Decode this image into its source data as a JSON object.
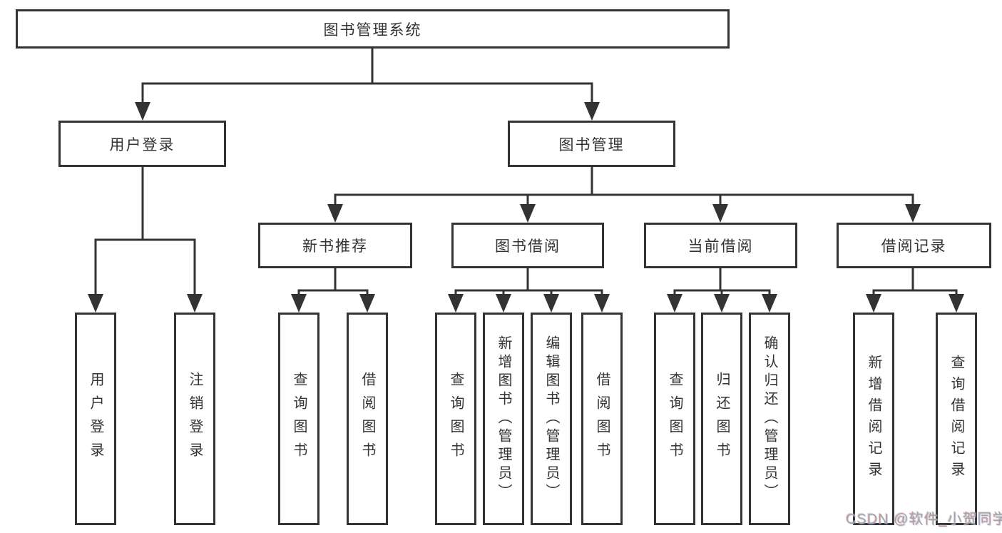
{
  "nodes": {
    "root": "图书管理系统",
    "user_login": "用户登录",
    "book_management": "图书管理",
    "new_book_recommend": "新书推荐",
    "book_borrow": "图书借阅",
    "current_borrow": "当前借阅",
    "borrow_records": "借阅记录",
    "leaf_user_login": "用户登录",
    "leaf_logout": "注销登录",
    "leaf_nb_query_books": "查询图书",
    "leaf_nb_borrow_books": "借阅图书",
    "leaf_bb_query_books": "查询图书",
    "leaf_bb_add_books_admin": "新增图书（管理员）",
    "leaf_bb_edit_books_admin": "编辑图书（管理员）",
    "leaf_bb_borrow_books": "借阅图书",
    "leaf_cb_query_books": "查询图书",
    "leaf_cb_return_books": "归还图书",
    "leaf_cb_confirm_return_admin": "确认归还（管理员）",
    "leaf_br_add_record": "新增借阅记录",
    "leaf_br_query_record": "查询借阅记录"
  },
  "watermark": "CSDN @软件_小贺同学",
  "colors": {
    "line": "#333333",
    "text": "#333333",
    "background": "#ffffff",
    "watermark": "#a3a3a3"
  }
}
